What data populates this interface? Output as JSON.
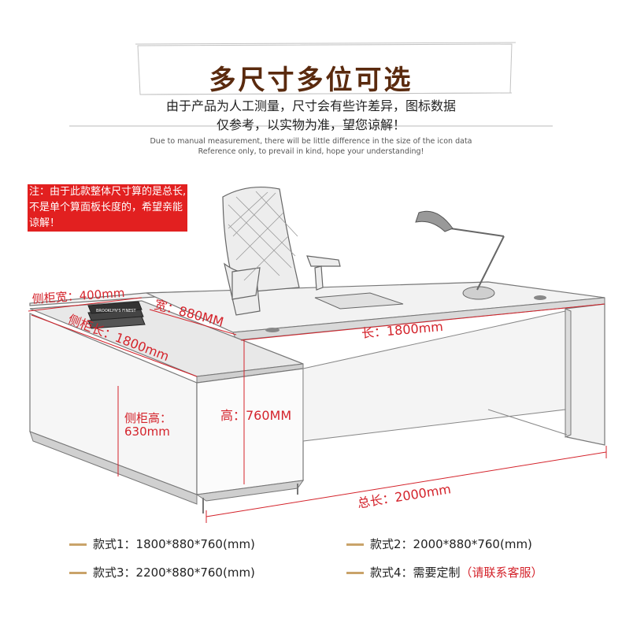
{
  "header": {
    "title": "多尺寸多位可选",
    "desc_line1": "由于产品为人工测量，尺寸会有些许差异，图标数据",
    "desc_line2": "仅参考，以实物为准，望您谅解！",
    "en_line1": "Due to manual measurement, there will be little difference in the size of the icon data",
    "en_line2": "Reference only, to prevail in kind, hope your understanding!"
  },
  "note": {
    "line1": "注：由于此款整体尺寸算的是总长,",
    "line2": "不是单个算面板长度的，希望亲能",
    "line3": "谅解！"
  },
  "dimensions": {
    "side_width": "侧柜宽：400mm",
    "side_length": "侧柜长：1800mm",
    "width": "宽：880MM",
    "length": "长：1800mm",
    "side_height_label": "侧柜高：",
    "side_height_value": "630mm",
    "height": "高：760MM",
    "total_length": "总长：2000mm"
  },
  "book_text": "BROOKLYN'S FINEST",
  "specs": {
    "s1": "款式1：1800*880*760(mm)",
    "s2": "款式2：2000*880*760(mm)",
    "s3": "款式3：2200*880*760(mm)",
    "s4_main": "款式4：需要定制",
    "s4_note": "（请联系客服）"
  },
  "colors": {
    "title": "#5a2a0e",
    "dimension_red": "#d4232b",
    "note_bg": "#e22020",
    "spec_bar": "#c9a36a"
  }
}
